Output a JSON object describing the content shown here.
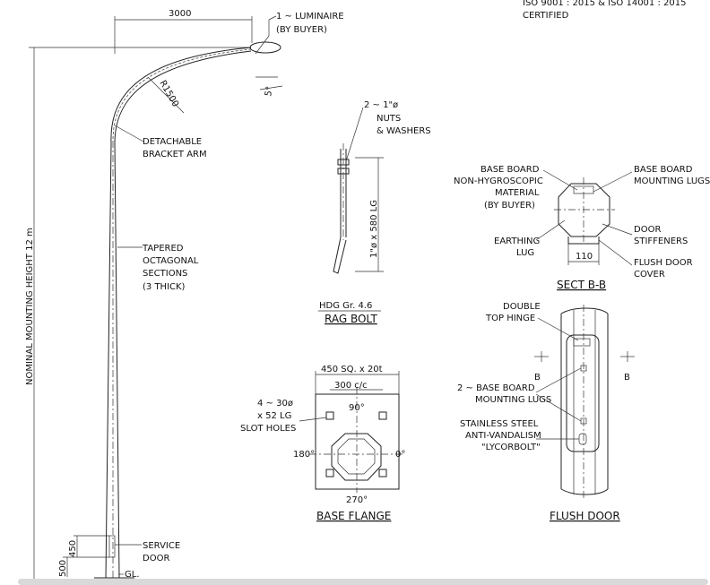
{
  "header": {
    "iso_line1": "ISO 9001 : 2015 & ISO 14001 : 2015",
    "iso_line2": "CERTIFIED"
  },
  "pole": {
    "dim_outreach": "3000",
    "luminaire_l1": "1 ~ LUMINAIRE",
    "luminaire_l2": "(BY BUYER)",
    "radius": "R1500",
    "angle_mark": "5°",
    "bracket_l1": "DETACHABLE",
    "bracket_l2": "BRACKET ARM",
    "tapered_l1": "TAPERED",
    "tapered_l2": "OCTAGONAL",
    "tapered_l3": "SECTIONS",
    "tapered_l4": "(3 THICK)",
    "height_label": "NOMINAL MOUNTING HEIGHT 12 m",
    "dim_450": "450",
    "dim_500": "500",
    "service_l1": "SERVICE",
    "service_l2": "DOOR",
    "gl": "GL."
  },
  "rag_bolt": {
    "nuts_l1": "2 ~ 1\"ø",
    "nuts_l2": "NUTS",
    "nuts_l3": "& WASHERS",
    "length": "1\"ø x 580 LG",
    "title_l1": "HDG Gr. 4.6",
    "title_l2": "RAG BOLT"
  },
  "base_flange": {
    "size": "450 SQ. x 20t",
    "pcd": "300 c/c",
    "holes_l1": "4 ~ 30ø",
    "holes_l2": "x 52 LG",
    "holes_l3": "SLOT HOLES",
    "a90": "90°",
    "a180": "180°",
    "a0": "0°",
    "a270": "270°",
    "title": "BASE FLANGE"
  },
  "section_bb": {
    "base_board_l1": "BASE BOARD",
    "base_board_l2": "NON-HYGROSCOPIC",
    "base_board_l3": "MATERIAL",
    "base_board_l4": "(BY BUYER)",
    "lugs_l1": "BASE BOARD",
    "lugs_l2": "MOUNTING LUGS",
    "earthing_l1": "EARTHING",
    "earthing_l2": "LUG",
    "stiffeners_l1": "DOOR",
    "stiffeners_l2": "STIFFENERS",
    "cover_l1": "FLUSH DOOR",
    "cover_l2": "COVER",
    "width": "110",
    "title": "SECT B-B"
  },
  "flush_door": {
    "hinge_l1": "DOUBLE",
    "hinge_l2": "TOP HINGE",
    "lugs_l1": "2 ~ BASE BOARD",
    "lugs_l2": "MOUNTING LUGS",
    "bolt_l1": "STAINLESS STEEL",
    "bolt_l2": "ANTI-VANDALISM",
    "bolt_l3": "\"LYCORBOLT\"",
    "section_left": "B",
    "section_right": "B",
    "title": "FLUSH DOOR"
  }
}
